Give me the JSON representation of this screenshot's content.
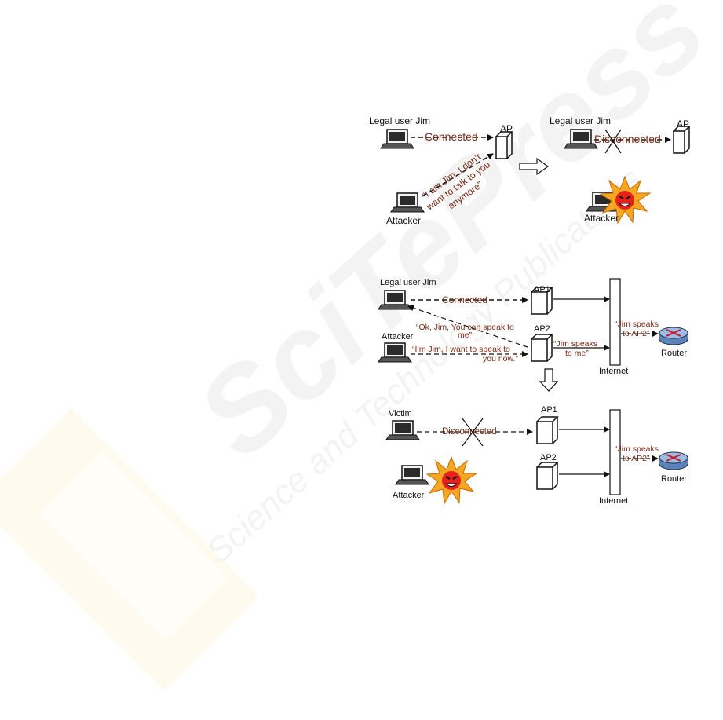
{
  "fig1": {
    "before": {
      "user_label": "Legal user Jim",
      "ap_label": "AP",
      "link_label": "Connected",
      "attacker_label": "Attacker",
      "spoof_lines": [
        "“I am Jim, I don’t",
        "want to talk to you",
        "anymore”"
      ]
    },
    "after": {
      "user_label": "Legal user Jim",
      "ap_label": "AP",
      "link_label": "Disconnected",
      "attacker_label": "Attacker"
    }
  },
  "fig2": {
    "before": {
      "user_label": "Legal user Jim",
      "attacker_label": "Attacker",
      "ap1_label": "AP1",
      "ap2_label": "AP2",
      "link_label": "Connected",
      "reply_lines": [
        "“Ok, Jim, You can speak to",
        "me”"
      ],
      "request_lines": [
        "“I’m Jim, I want to speak to",
        "you now.”"
      ],
      "ap2_msg_lines": [
        "“Jim speaks",
        "to me”"
      ],
      "internet_msg_lines": [
        "“Jim speaks",
        "to AP2”"
      ],
      "internet_label": "Internet",
      "router_label": "Router"
    },
    "after": {
      "victim_label": "Victim",
      "attacker_label": "Attacker",
      "link_label": "Disconnected",
      "ap1_label": "AP1",
      "ap2_label": "AP2",
      "internet_msg_lines": [
        "“Jim speaks",
        "to AP2”"
      ],
      "internet_label": "Internet",
      "router_label": "Router"
    }
  },
  "colors": {
    "message_text": "#7a2a14",
    "line": "#111111",
    "device_fill": "#ffffff",
    "explosion_fill": "#f5a623",
    "face_fill": "#e8201c",
    "router_fill": "#6b93c9"
  },
  "watermark": {
    "line1": "SciTePress",
    "line2": "Science and Technology Publications"
  }
}
